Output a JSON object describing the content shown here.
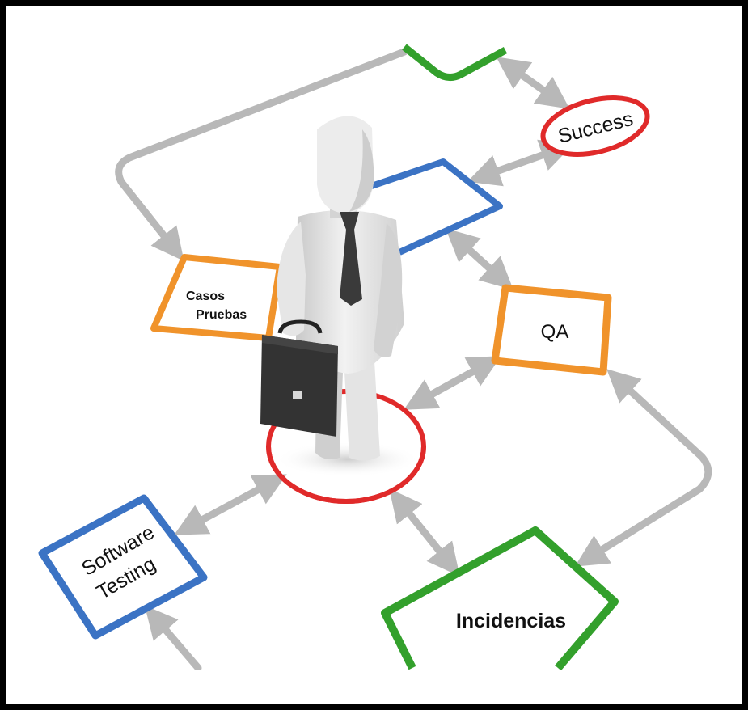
{
  "diagram": {
    "nodes": {
      "success": {
        "label": "Success",
        "shape": "ellipse",
        "color": "#e02a2a"
      },
      "casos": {
        "line1": "Casos",
        "line2": "Pruebas",
        "shape": "box",
        "color": "#f0932b"
      },
      "qa": {
        "label": "QA",
        "shape": "box",
        "color": "#f0932b"
      },
      "software": {
        "line1": "Software",
        "line2": "Testing",
        "shape": "box",
        "color": "#3b73c4"
      },
      "incidencias": {
        "label": "Incidencias",
        "shape": "box",
        "color": "#33a02c"
      },
      "top_box": {
        "shape": "box",
        "color": "#33a02c"
      },
      "blue_box": {
        "shape": "box",
        "color": "#3b73c4"
      },
      "center_ring": {
        "shape": "ellipse",
        "color": "#e02a2a"
      }
    },
    "colors": {
      "arrow": "#b8b8b8",
      "figure": "#dcdcdc",
      "tie": "#3a3a3a",
      "briefcase": "#333333",
      "frame": "#000000"
    }
  }
}
